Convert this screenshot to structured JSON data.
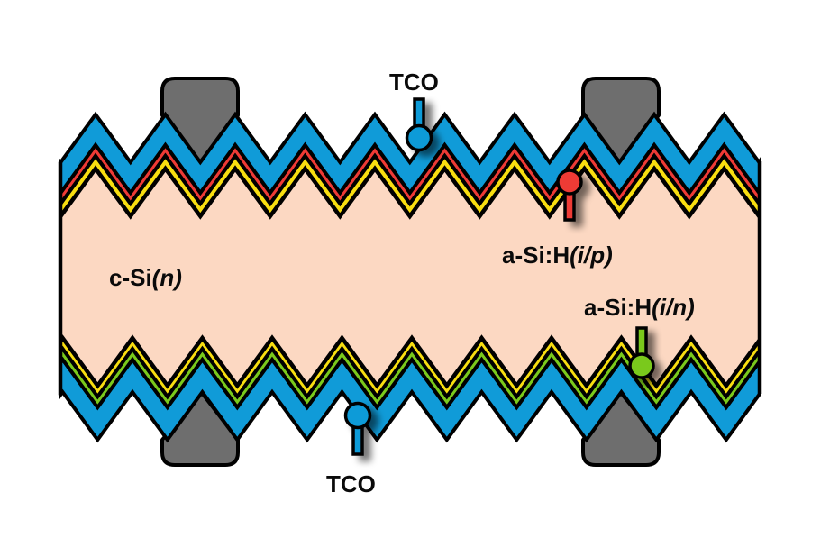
{
  "diagram": {
    "title": "Heterojunction silicon solar cell cross-section",
    "colors": {
      "substrate": "#fcd8c2",
      "tco": "#109bd8",
      "a_si_ip": "#ee3a35",
      "a_si_i_top": "#f8de10",
      "a_si_i_bottom": "#f8de10",
      "a_si_in": "#7ac91c",
      "contact": "#6e6e6e",
      "outline": "#000000"
    },
    "labels": {
      "substrate": {
        "main": "c-Si",
        "italic": "(n)"
      },
      "top_tco": {
        "main": "TCO",
        "italic": ""
      },
      "bottom_tco": {
        "main": "TCO",
        "italic": ""
      },
      "a_si_ip": {
        "main": "a-Si:H",
        "italic": "(i/p)"
      },
      "a_si_in": {
        "main": "a-Si:H",
        "italic": "(i/n)"
      }
    },
    "layers_top": [
      "TCO",
      "a-Si:H (p)",
      "a-Si:H (i)"
    ],
    "layers_bottom": [
      "a-Si:H (i)",
      "a-Si:H (n)",
      "TCO"
    ],
    "contacts": [
      "top-left",
      "top-right",
      "bottom-left",
      "bottom-right"
    ]
  }
}
